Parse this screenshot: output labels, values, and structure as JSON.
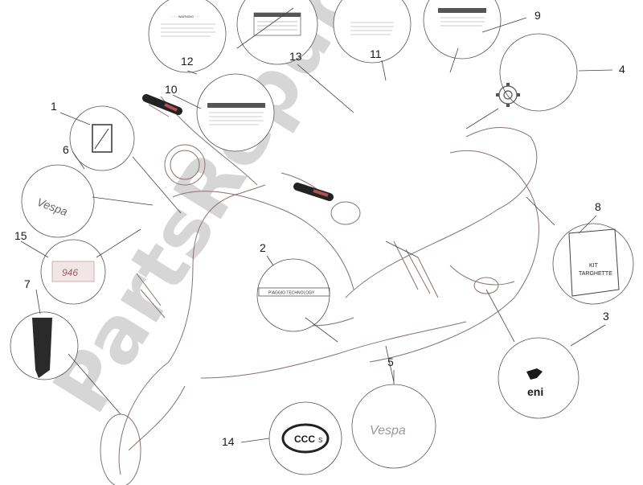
{
  "watermark": "PartsRepublik",
  "callouts": [
    {
      "id": "1",
      "label": "1"
    },
    {
      "id": "2",
      "label": "2"
    },
    {
      "id": "3",
      "label": "3"
    },
    {
      "id": "4",
      "label": "4"
    },
    {
      "id": "5",
      "label": "5"
    },
    {
      "id": "6",
      "label": "6"
    },
    {
      "id": "7",
      "label": "7"
    },
    {
      "id": "8",
      "label": "8"
    },
    {
      "id": "9",
      "label": "9"
    },
    {
      "id": "10",
      "label": "10"
    },
    {
      "id": "11",
      "label": "11"
    },
    {
      "id": "12",
      "label": "12"
    },
    {
      "id": "13",
      "label": "13"
    },
    {
      "id": "14",
      "label": "14"
    },
    {
      "id": "15",
      "label": "15"
    }
  ],
  "texts": {
    "warning": "WARNING",
    "piaggio_tech": "PIAGGIO TECHNOLOGY",
    "kit_line1": "KIT",
    "kit_line2": "TARGHETTE",
    "eni": "eni",
    "vespa": "Vespa",
    "model": "946",
    "ccc": "CCC",
    "ccc_s": "S"
  }
}
